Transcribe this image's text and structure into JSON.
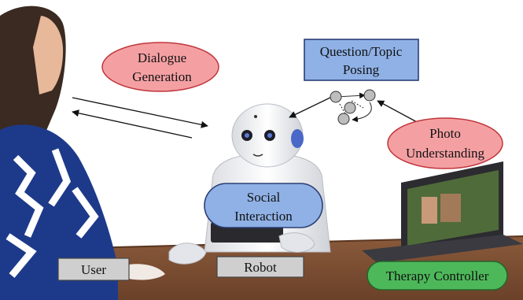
{
  "labels": {
    "dialogue_line1": "Dialogue",
    "dialogue_line2": "Generation",
    "question_line1": "Question/Topic",
    "question_line2": "Posing",
    "photo_line1": "Photo",
    "photo_line2": "Understanding",
    "social_line1": "Social",
    "social_line2": "Interaction",
    "user": "User",
    "robot": "Robot",
    "therapy": "Therapy Controller"
  },
  "colors": {
    "red_fill": "#f4a0a3",
    "red_stroke": "#c0353a",
    "blue_fill": "#8fb1e6",
    "blue_stroke": "#2b3f75",
    "green_fill": "#4db85a",
    "green_stroke": "#24652c",
    "gray_fill": "#cfcfcf",
    "node_fill": "#bdbdbd"
  },
  "scene": {
    "person": "person-photo",
    "robot": "pepper-robot-photo",
    "laptop": "laptop-photo",
    "table": "wooden-table"
  }
}
